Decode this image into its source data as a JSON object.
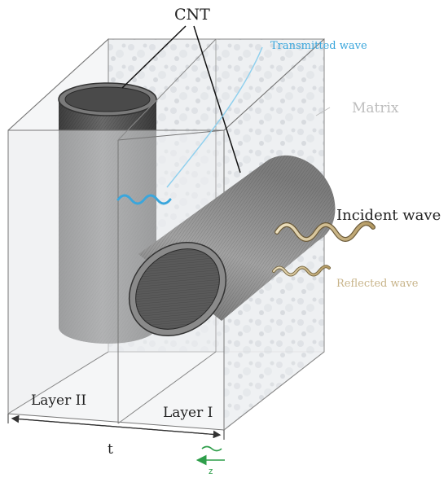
{
  "labels": {
    "cnt": "CNT",
    "transmitted": "Transmitted wave",
    "matrix": "Matrix",
    "incident": "Incident wave",
    "reflected": "Reflected wave",
    "layer2": "Layer II",
    "layer1": "Layer I",
    "thickness": "t",
    "axis": "z"
  },
  "colors": {
    "transmitted": "#3aa6dc",
    "matrix_label": "#bdbdbd",
    "reflected": "#c8b48a",
    "axis": "#2e9e4a",
    "cnt_dark": "#555555",
    "cnt_light": "#9a9a9a"
  }
}
